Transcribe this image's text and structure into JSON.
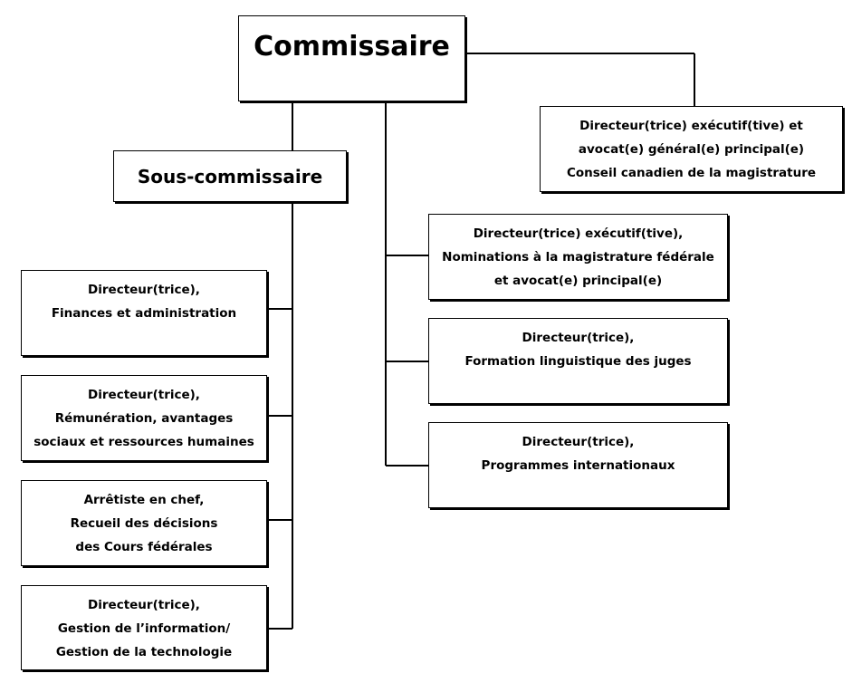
{
  "org_chart": {
    "root": {
      "lines": [
        "Commissaire"
      ]
    },
    "sub": {
      "lines": [
        "Sous-commissaire"
      ]
    },
    "executive": {
      "lines": [
        "Directeur(trice) exécutif(tive) et",
        "avocat(e) général(e) principal(e)",
        "Conseil canadien de la magistrature"
      ]
    },
    "left_units": [
      {
        "lines": [
          "Directeur(trice),",
          "Finances et administration"
        ]
      },
      {
        "lines": [
          "Directeur(trice),",
          "Rémunération, avantages",
          "sociaux et ressources humaines"
        ]
      },
      {
        "lines": [
          "Arrêtiste en chef,",
          "Recueil des décisions",
          "des Cours fédérales"
        ]
      },
      {
        "lines": [
          "Directeur(trice),",
          "Gestion de l’information/",
          "Gestion de la technologie"
        ]
      }
    ],
    "right_units": [
      {
        "lines": [
          "Directeur(trice) exécutif(tive),",
          "Nominations à la magistrature fédérale",
          "et avocat(e) principal(e)"
        ]
      },
      {
        "lines": [
          "Directeur(trice),",
          "Formation linguistique des juges"
        ]
      },
      {
        "lines": [
          "Directeur(trice),",
          "Programmes internationaux"
        ]
      }
    ]
  }
}
